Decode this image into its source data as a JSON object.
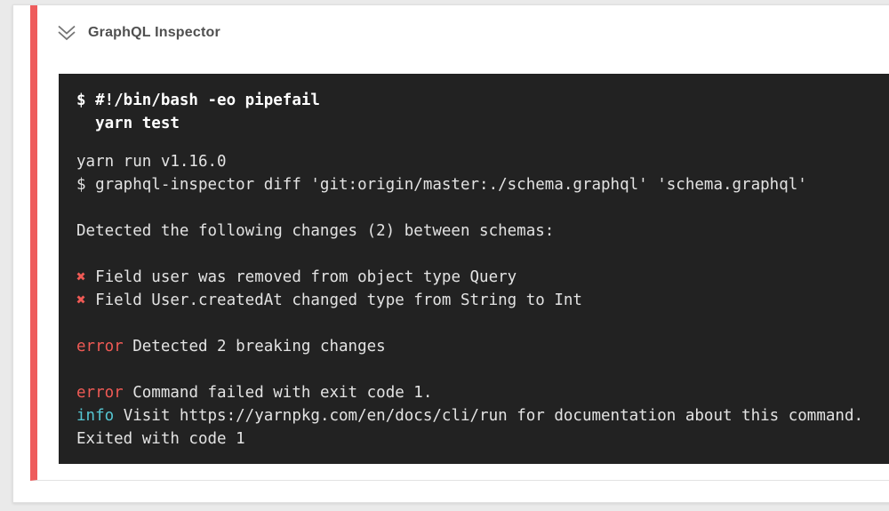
{
  "step": {
    "title": "GraphQL Inspector"
  },
  "colors": {
    "page_bg": "#eaeaea",
    "accent_red": "#ee5c5c",
    "terminal_bg": "#222222",
    "terminal_text": "#e3e3e3",
    "command_text": "#ffffff",
    "error_red": "#ef5a55",
    "info_cyan": "#55c6d2"
  },
  "terminal": {
    "command_lines": [
      "$ #!/bin/bash -eo pipefail",
      "  yarn test"
    ],
    "output_lines": [
      {
        "type": "plain",
        "text": "yarn run v1.16.0"
      },
      {
        "type": "plain",
        "text": "$ graphql-inspector diff 'git:origin/master:./schema.graphql' 'schema.graphql'"
      },
      {
        "type": "blank",
        "text": ""
      },
      {
        "type": "plain",
        "text": "Detected the following changes (2) between schemas:"
      },
      {
        "type": "blank",
        "text": ""
      },
      {
        "type": "breaking",
        "marker": "✖",
        "text": "Field user was removed from object type Query"
      },
      {
        "type": "breaking",
        "marker": "✖",
        "text": "Field User.createdAt changed type from String to Int"
      },
      {
        "type": "blank",
        "text": ""
      },
      {
        "type": "error",
        "label": "error",
        "text": "Detected 2 breaking changes"
      },
      {
        "type": "blank",
        "text": ""
      },
      {
        "type": "error",
        "label": "error",
        "text": "Command failed with exit code 1."
      },
      {
        "type": "info",
        "label": "info",
        "text": "Visit https://yarnpkg.com/en/docs/cli/run for documentation about this command."
      },
      {
        "type": "plain",
        "text": "Exited with code 1"
      }
    ]
  }
}
